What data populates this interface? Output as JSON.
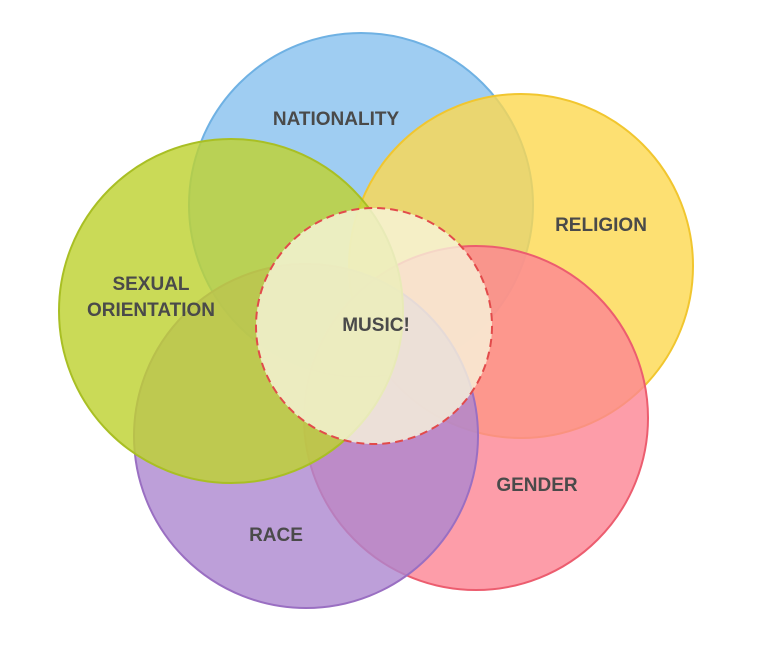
{
  "diagram": {
    "center_label": "MUSIC!",
    "circles": [
      {
        "id": "nationality",
        "label_lines": [
          "NATIONALITY"
        ],
        "fill": "#8ec4f0",
        "stroke": "#6fb1e3"
      },
      {
        "id": "religion",
        "label_lines": [
          "RELIGION"
        ],
        "fill": "#fdd84f",
        "stroke": "#f1c62f"
      },
      {
        "id": "gender",
        "label_lines": [
          "GENDER"
        ],
        "fill": "#fc8493",
        "stroke": "#ec5d6f"
      },
      {
        "id": "race",
        "label_lines": [
          "RACE"
        ],
        "fill": "#ad87cf",
        "stroke": "#9a6fc2"
      },
      {
        "id": "sexual-orientation",
        "label_lines": [
          "SEXUAL",
          "ORIENTATION"
        ],
        "fill": "#bed232",
        "stroke": "#a9bf24"
      }
    ],
    "center_fill": "#f8f5dc",
    "center_stroke": "#e24b4b"
  }
}
